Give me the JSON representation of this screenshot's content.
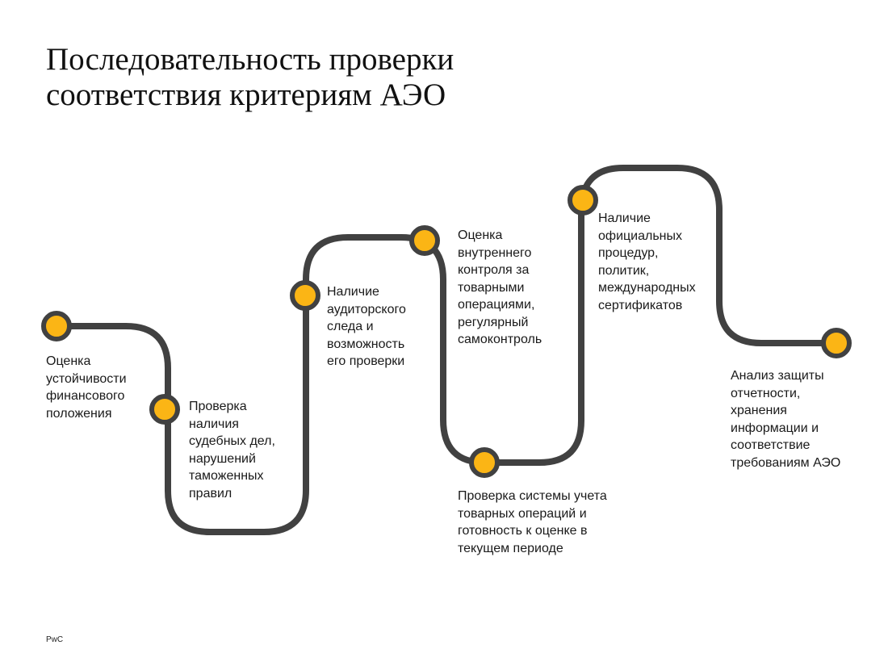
{
  "title": {
    "line1": "Последовательность проверки",
    "line2": "соответствия критериям АЭО"
  },
  "colors": {
    "path": "#414141",
    "node_fill": "#FBB515",
    "node_stroke": "#414141"
  },
  "steps": [
    {
      "lines": [
        "Оценка",
        "устойчивости",
        "финансового",
        "положения"
      ]
    },
    {
      "lines": [
        "Проверка",
        "наличия",
        "судебных дел,",
        "нарушений",
        "таможенных",
        "правил"
      ]
    },
    {
      "lines": [
        "Наличие",
        "аудиторского",
        "следа и",
        "возможность",
        "его проверки"
      ]
    },
    {
      "lines": [
        "Оценка",
        "внутреннего",
        "контроля за",
        "товарными",
        "операциями,",
        "регулярный",
        "самоконтроль"
      ]
    },
    {
      "lines": [
        "Проверка системы учета",
        "товарных операций и",
        "готовность к оценке в",
        "текущем периоде"
      ]
    },
    {
      "lines": [
        "Наличие",
        "официальных",
        "процедур,",
        "политик,",
        "международных",
        "сертификатов"
      ]
    },
    {
      "lines": [
        "Анализ защиты",
        "отчетности,",
        "хранения",
        "информации и",
        "соответствие",
        "требованиям АЭО"
      ]
    }
  ],
  "footer": "PwC"
}
